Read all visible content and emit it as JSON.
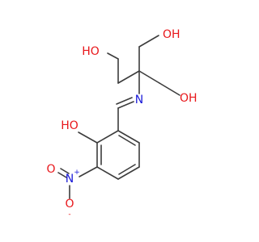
{
  "molecule": {
    "atom_labels": {
      "oh_top": "OH",
      "ho_left": "HO",
      "oh_right": "OH",
      "imine_n": "N",
      "phenol_ho": "HO",
      "nitro_n": "N",
      "nitro_n_charge": "+",
      "nitro_o_top": "O",
      "nitro_o_bottom": "O",
      "nitro_o_charge": "-"
    },
    "colors": {
      "bond": "#3c3c3c",
      "oxygen": "#e8161a",
      "nitrogen": "#1a1ad8",
      "background": "#ffffff"
    }
  }
}
